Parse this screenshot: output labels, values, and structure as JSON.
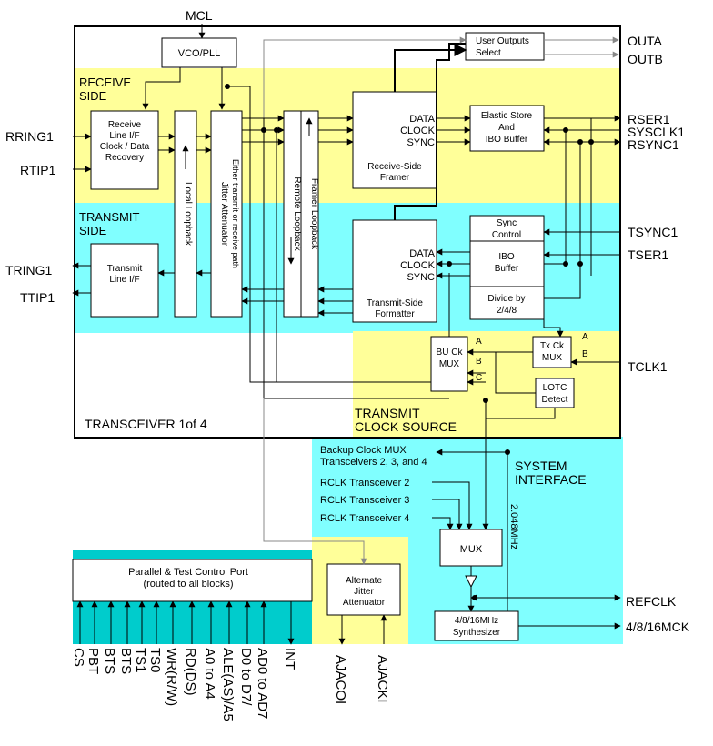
{
  "colors": {
    "yellow": "#ffff99",
    "cyan": "#80ffff",
    "teal": "#00cccc"
  },
  "top": {
    "mcl": "MCL",
    "vco": "VCO/PLL",
    "user_outputs": [
      "User Outputs",
      "Select"
    ]
  },
  "outputs": {
    "outa": "OUTA",
    "outb": "OUTB",
    "rser": "RSER1",
    "sysclk": "SYSCLK1",
    "rsync": "RSYNC1",
    "tsync": "TSYNC1",
    "tser": "TSER1",
    "tclk": "TCLK1",
    "refclk": "REFCLK",
    "mck": "4/8/16MCK"
  },
  "inputs": {
    "rring": "RRING1",
    "rtip": "RTIP1",
    "tring": "TRING1",
    "ttip": "TTIP1"
  },
  "regions": {
    "receive": [
      "RECEIVE",
      "SIDE"
    ],
    "transmit": [
      "TRANSMIT",
      "SIDE"
    ],
    "transceiver": "TRANSCEIVER 1of 4",
    "clock_source": [
      "TRANSMIT",
      "CLOCK SOURCE"
    ],
    "system": [
      "SYSTEM",
      "INTERFACE"
    ]
  },
  "blocks": {
    "recovery": [
      "Receive",
      "Line I/F",
      "Clock / Data",
      "Recovery"
    ],
    "local": "Local Loopback",
    "jitter": [
      "Jitter Attenuator",
      "Either transmit or receive path"
    ],
    "remote": "Remote Loopback",
    "framer_lb": "Framer Loopback",
    "rx_framer": "Receive-Side",
    "rx_framer2": "Framer",
    "sig": [
      "DATA",
      "CLOCK",
      "SYNC"
    ],
    "elastic": [
      "Elastic Store",
      "And",
      "IBO Buffer"
    ],
    "tx_line": [
      "Transmit",
      "Line I/F"
    ],
    "tx_fmt": "Transmit-Side",
    "tx_fmt2": "Formatter",
    "sync_ctl": [
      "Sync",
      "Control"
    ],
    "ibo": [
      "IBO",
      "Buffer"
    ],
    "divide": [
      "Divide by",
      "2/4/8"
    ],
    "txmux": [
      "Tx Ck",
      "MUX"
    ],
    "bumux": [
      "BU Ck",
      "MUX"
    ],
    "lotc": [
      "LOTC",
      "Detect"
    ],
    "mux": "MUX",
    "synth": [
      "4/8/16MHz",
      "Synthesizer"
    ],
    "alt": [
      "Alternate",
      "Jitter",
      "Attenuator"
    ],
    "port": [
      "Parallel & Test Control Port",
      "(routed to all blocks)"
    ]
  },
  "mux_letters": [
    "A",
    "B",
    "C"
  ],
  "system": {
    "backup": [
      "Backup Clock MUX",
      "Transceivers 2, 3, and 4"
    ],
    "rclk2": "RCLK Transceiver 2",
    "rclk3": "RCLK Transceiver 3",
    "rclk4": "RCLK Transceiver 4",
    "freq": "2.048MHz"
  },
  "pins": [
    "CS",
    "PBT",
    "BTS",
    "BTS",
    "TS1",
    "TS0",
    "WR(R/W)",
    "RD(DS)",
    "A0 to A4",
    "ALE(AS)/A5",
    "D0 to D7/",
    "AD0 to AD7",
    "INT"
  ],
  "aja": [
    "AJACOI",
    "AJACKI"
  ]
}
